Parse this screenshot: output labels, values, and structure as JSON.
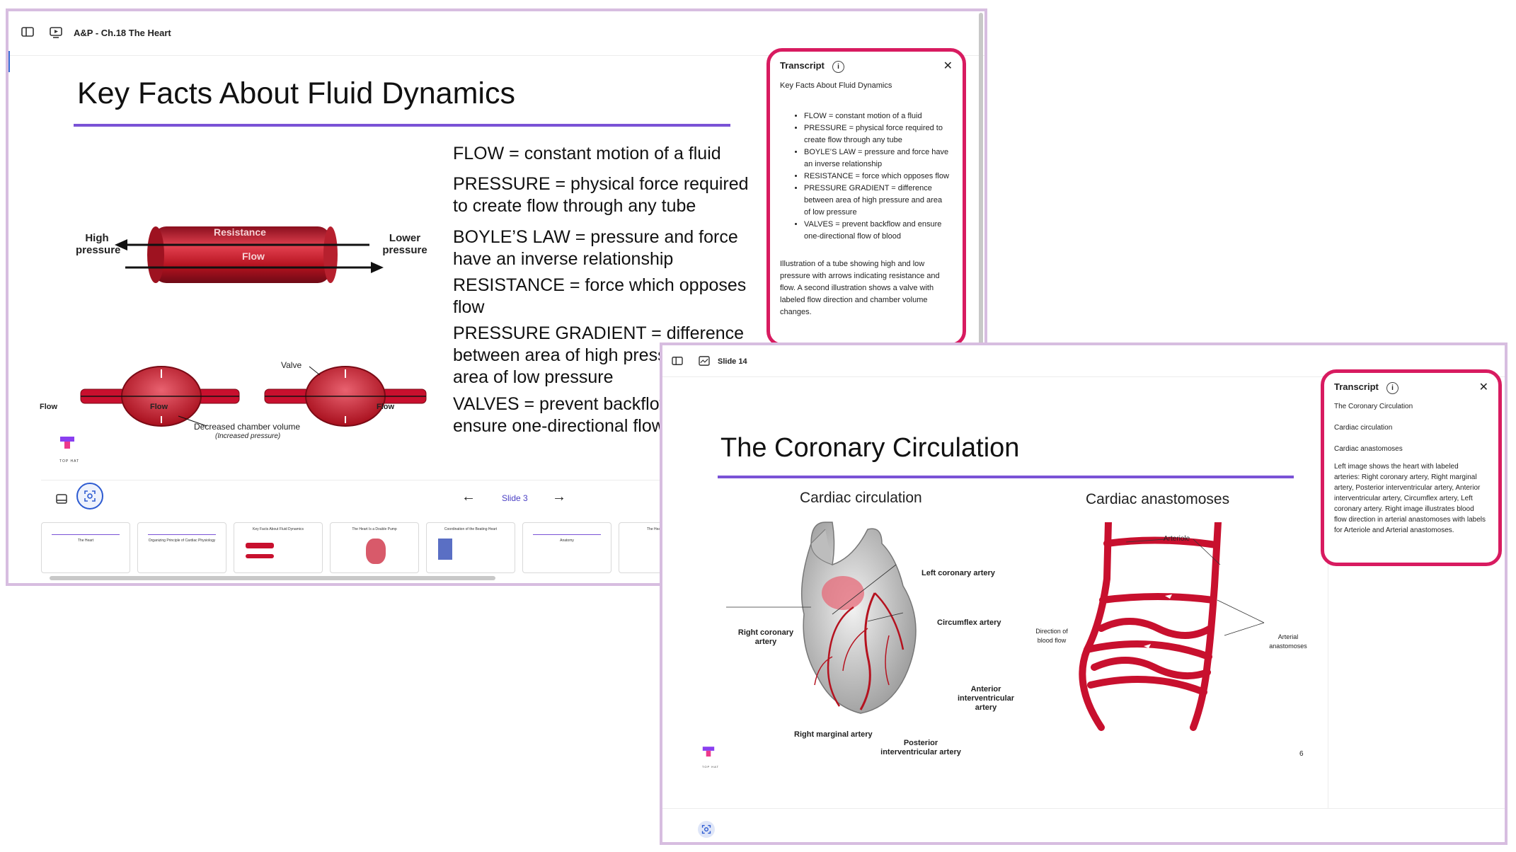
{
  "window1": {
    "title": "A&P - Ch.18 The Heart",
    "slide_title": "Key Facts About Fluid Dynamics",
    "bullets": [
      "FLOW = constant motion of a fluid",
      "PRESSURE = physical force required to create flow through any tube",
      "BOYLE’S LAW = pressure and force have an inverse relationship",
      "RESISTANCE = force which opposes flow",
      "PRESSURE GRADIENT = difference between area of high pressure and area of low pressure",
      "VALVES = prevent backflow and ensure one-directional flow of blood"
    ],
    "tube": {
      "left": "High pressure",
      "right": "Lower pressure",
      "resistance": "Resistance",
      "flow": "Flow"
    },
    "valve": {
      "valve": "Valve",
      "flow1": "Flow",
      "flow2": "Flow",
      "flow3": "Flow",
      "caption": "Decreased chamber volume",
      "caption2": "(Increased pressure)"
    },
    "logo_text": "TOP HAT",
    "nav": {
      "slide_label": "Slide 3",
      "prev": "←",
      "next": "→"
    },
    "transcript": {
      "label": "Transcript",
      "heading": "Key Facts About Fluid Dynamics",
      "items": [
        "FLOW = constant motion of a fluid",
        "PRESSURE = physical force required to create flow through any tube",
        "BOYLE’S LAW = pressure and force have an inverse relationship",
        "RESISTANCE = force which opposes flow",
        "PRESSURE GRADIENT = difference between area of high pressure and area of low pressure",
        "VALVES = prevent backflow and ensure one-directional flow of blood"
      ],
      "description": "Illustration of a tube showing high and low pressure with arrows indicating resistance and flow. A second illustration shows a valve with labeled flow direction and chamber volume changes."
    },
    "thumbnails": [
      "The Heart",
      "Organizing Principle of Cardiac Physiology",
      "Key Facts About Fluid Dynamics",
      "The Heart Is a Double Pump",
      "Coordination of the Beating Heart",
      "Anatomy",
      "The Heart's Location"
    ]
  },
  "window2": {
    "title": "Slide 14",
    "slide_title": "The Coronary Circulation",
    "left_heading": "Cardiac circulation",
    "right_heading": "Cardiac anastomoses",
    "heart_labels": {
      "left_coronary": "Left coronary artery",
      "circumflex": "Circumflex artery",
      "right_coronary": "Right coronary artery",
      "anterior": "Anterior interventricular artery",
      "right_marginal": "Right marginal artery",
      "posterior": "Posterior interventricular artery"
    },
    "anastomosis_labels": {
      "arteriole": "Arteriole",
      "direction": "Direction of blood flow",
      "arterial": "Arterial anastomoses"
    },
    "page_number": "6",
    "logo_text": "TOP HAT",
    "transcript": {
      "label": "Transcript",
      "lines": [
        "The Coronary Circulation",
        "Cardiac circulation",
        "Cardiac anastomoses"
      ],
      "description": "Left image shows the heart with labeled arteries: Right coronary artery, Right marginal artery, Posterior interventricular artery, Anterior interventricular artery, Circumflex artery, Left coronary artery. Right image illustrates blood flow direction in arterial anastomoses with labels for Arteriole and Arterial anastomoses."
    }
  },
  "colors": {
    "accent_purple": "#7a52d6",
    "highlight": "#d81b60",
    "blood": "#c8102e"
  }
}
